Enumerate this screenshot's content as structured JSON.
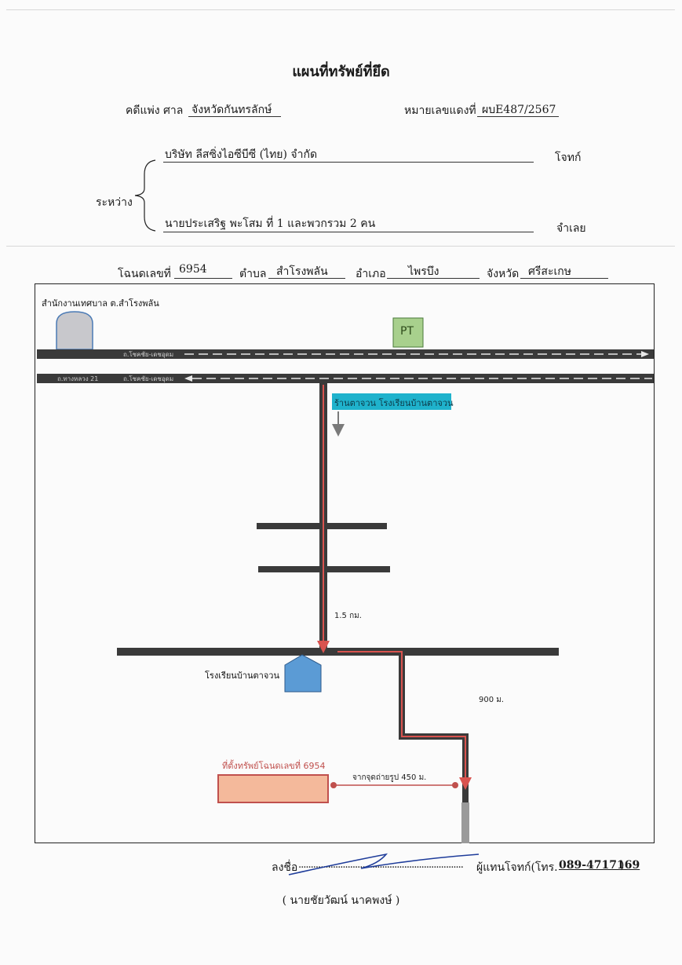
{
  "header": {
    "title": "แผนที่ทรัพย์ที่ยึด",
    "case_label": "คดีแพ่ง ศาล",
    "court": "จังหวัดกันทรลักษ์",
    "red_no_label": "หมายเลขแดงที่",
    "red_no": "ผบE487/2567",
    "between_label": "ระหว่าง",
    "plaintiff": "บริษัท ลีสซิ่งไอซีบีซี (ไทย) จำกัด",
    "plaintiff_role": "โจทก์",
    "defendant": "นายประเสริฐ พะโสม ที่ 1 และพวกรวม 2 คน",
    "defendant_role": "จำเลย"
  },
  "deed": {
    "deed_label": "โฉนดเลขที่",
    "deed_no": "6954",
    "subdistrict_label": "ตำบล",
    "subdistrict": "สำโรงพลัน",
    "district_label": "อำเภอ",
    "district": "ไพรบึง",
    "province_label": "จังหวัด",
    "province": "ศรีสะเกษ"
  },
  "map": {
    "office_label": "สำนักงานเทศบาล ต.สำโรงพลัน",
    "pt_label": "PT",
    "road_top_label": "ถ.โชคชัย-เดชอุดม",
    "road_bottom_label_1": "ถ.ทางหลวง 21",
    "road_bottom_label_2": "ถ.โชคชัย-เดชอุดม",
    "junction_label": "ร้านตาจวน โรงเรียนบ้านตาจวน",
    "distance_1": "1.5 กม.",
    "school_label": "โรงเรียนบ้านตาจวน",
    "distance_2": "900 ม.",
    "property_label": "ที่ตั้งทรัพย์โฉนดเลขที่ 6954",
    "distance_3": "จากจุดถ่ายรูป 450 ม.",
    "colors": {
      "route": "#d9534f",
      "road": "#3a3a3a",
      "junction_box": "#1fb2cc",
      "pt_box": "#a8d08d",
      "school": "#5b9bd5",
      "property_fill": "#f4b99b",
      "property_border": "#c0504d"
    }
  },
  "signature": {
    "sign_label": "ลงชื่อ",
    "dots": "...................................................................",
    "role": "ผู้แทนโจทก์(โทร.",
    "phone": "089-4717169",
    "role_end": ")",
    "name": "( นายชัยวัฒน์  นาคพงษ์ )"
  }
}
